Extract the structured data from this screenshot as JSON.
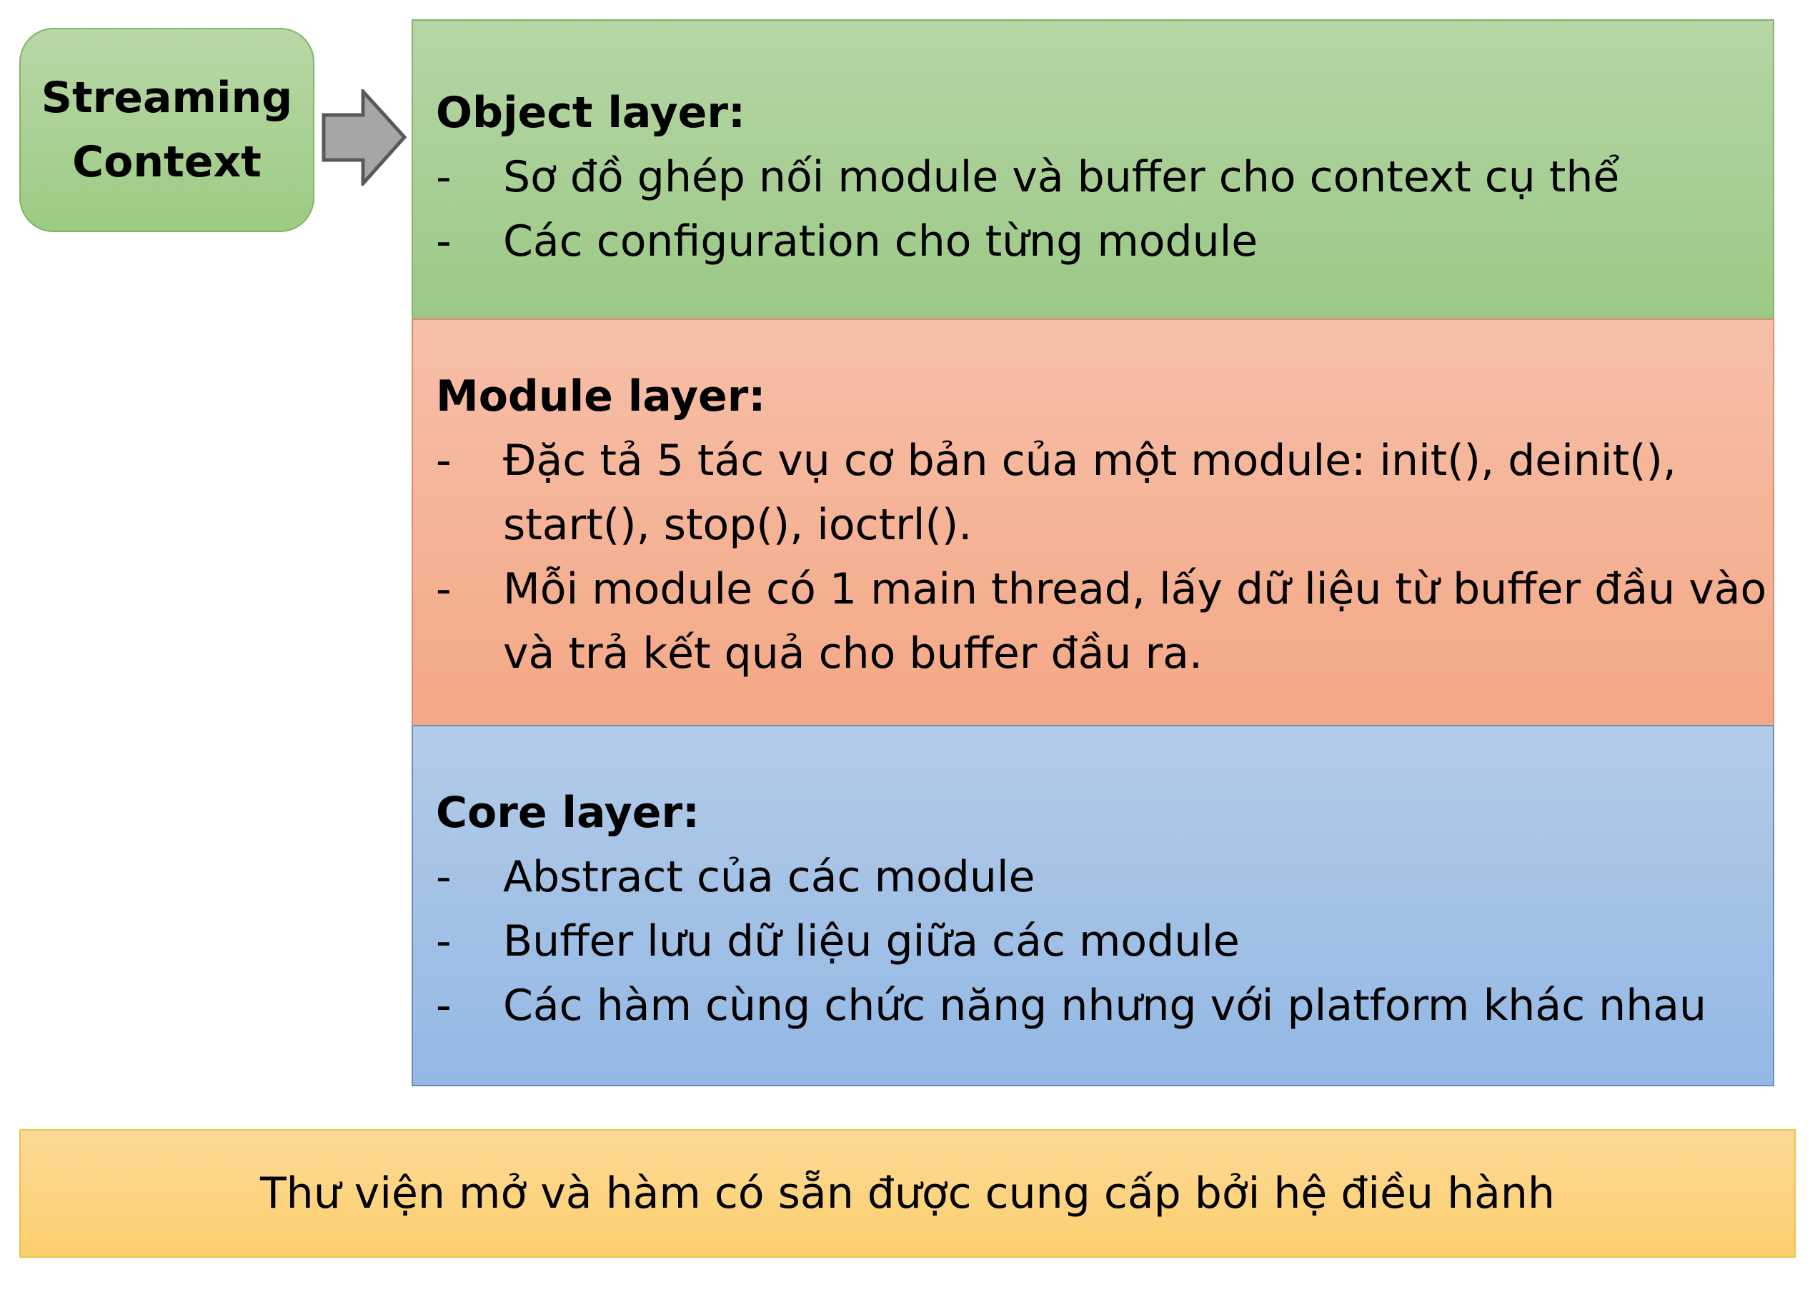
{
  "streaming_context": {
    "lines": [
      "Streaming",
      "Context"
    ]
  },
  "layers": [
    {
      "title": "Object layer:",
      "items": [
        "Sơ đồ ghép nối module và buffer cho context cụ thể",
        "Các configuration cho từng module"
      ]
    },
    {
      "title": "Module layer:",
      "items": [
        "Đặc tả 5 tác vụ cơ bản của một module: init(), deinit(), start(), stop(), ioctrl().",
        "Mỗi module có 1 main thread, lấy dữ liệu từ buffer đầu vào và trả kết quả cho buffer đầu ra."
      ]
    },
    {
      "title": "Core layer:",
      "items": [
        "Abstract của các module",
        "Buffer lưu dữ liệu giữa các module",
        "Các hàm cùng chức năng nhưng với platform khác nhau"
      ]
    }
  ],
  "bullet_char": "-",
  "os_layer": {
    "text": "Thư viện mở và hàm có sẵn được cung cấp bởi hệ điều hành"
  },
  "colors": {
    "object_layer": "#a9cf96",
    "module_layer": "#f5b396",
    "core_layer": "#a4c2e6",
    "os_layer": "#fdd482",
    "context_box": "#aad195",
    "arrow": "#a6a6a6"
  }
}
